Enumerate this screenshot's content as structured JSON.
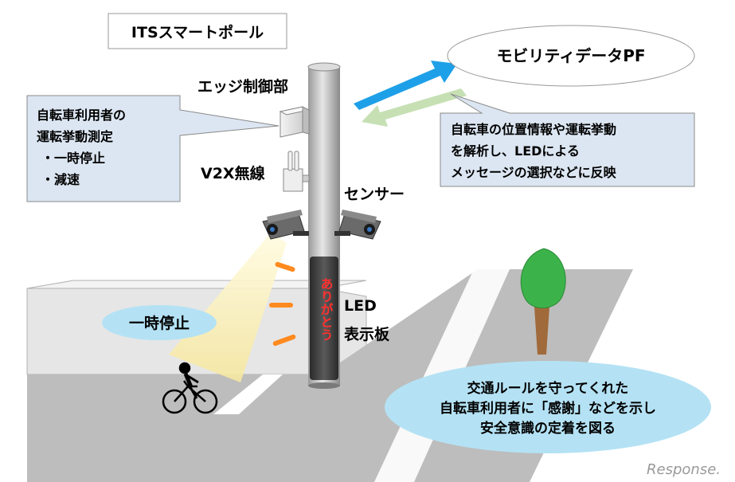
{
  "title": "ITSスマートポール",
  "labels": {
    "edge": "エッジ制御部",
    "v2x": "V2X無線",
    "sensor": "センサー",
    "led_line1": "LED",
    "led_line2": "表示板",
    "platform": "モビリティデータPF",
    "led_message": "ありがとう",
    "stop_bubble": "一時停止"
  },
  "callout_left": {
    "lines": [
      "自転車利用者の",
      "運転挙動測定",
      "・一時停止",
      "・減速"
    ]
  },
  "callout_right": {
    "lines": [
      "自転車の位置情報や運転挙動",
      "を解析し、LEDによる",
      "メッセージの選択などに反映"
    ]
  },
  "ellipse_bottom": {
    "lines": [
      "交通ルールを守ってくれた",
      "自転車利用者に「感謝」などを示し",
      "安全意識の定着を図る"
    ]
  },
  "watermark": "Response.",
  "colors": {
    "callout_fill": "#dce6f2",
    "bubble_fill": "#b4e2f4",
    "arrow_up": "#1ea0e8",
    "arrow_down": "#c6e0b4",
    "led_text": "#ff3030",
    "tree_green": "#3cb34a",
    "trunk": "#a06a3a",
    "wall": "#e4e4e4",
    "road": "#bdbdbd"
  }
}
